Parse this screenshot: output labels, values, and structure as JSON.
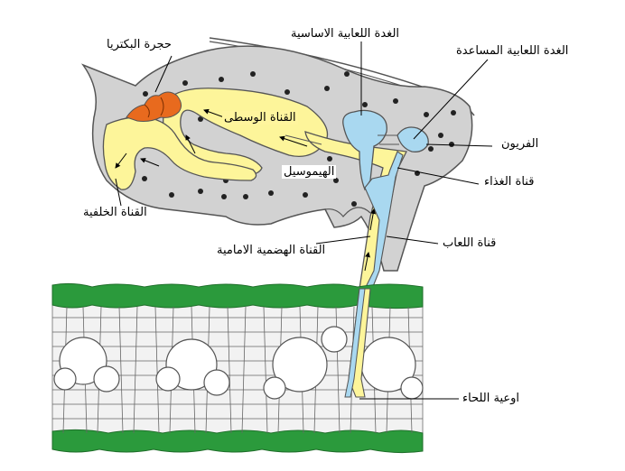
{
  "labels": {
    "bacteria_stone": "حجرة البكتريا",
    "principal_salivary_gland": "الغدة اللعابية الاساسية",
    "accessory_salivary_gland": "الغدة اللعابية المساعدة",
    "midgut": "القناة الوسطى",
    "filter_chamber": "الفريون",
    "food_canal": "قناة الغذاء",
    "hindgut": "القناة الخلفية",
    "hemocoel": "الهيموسيل",
    "foregut": "القناة الهضمية الامامية",
    "salivary_canal": "قناة اللعاب",
    "phloem_vessels": "اوعية اللحاء"
  },
  "colors": {
    "body": "#d2d2d2",
    "gut": "#fdf59a",
    "salivary": "#a9d8f0",
    "bacteria": "#e86a1e",
    "leaf_epidermis": "#2b9a3c",
    "outline": "#555555"
  }
}
